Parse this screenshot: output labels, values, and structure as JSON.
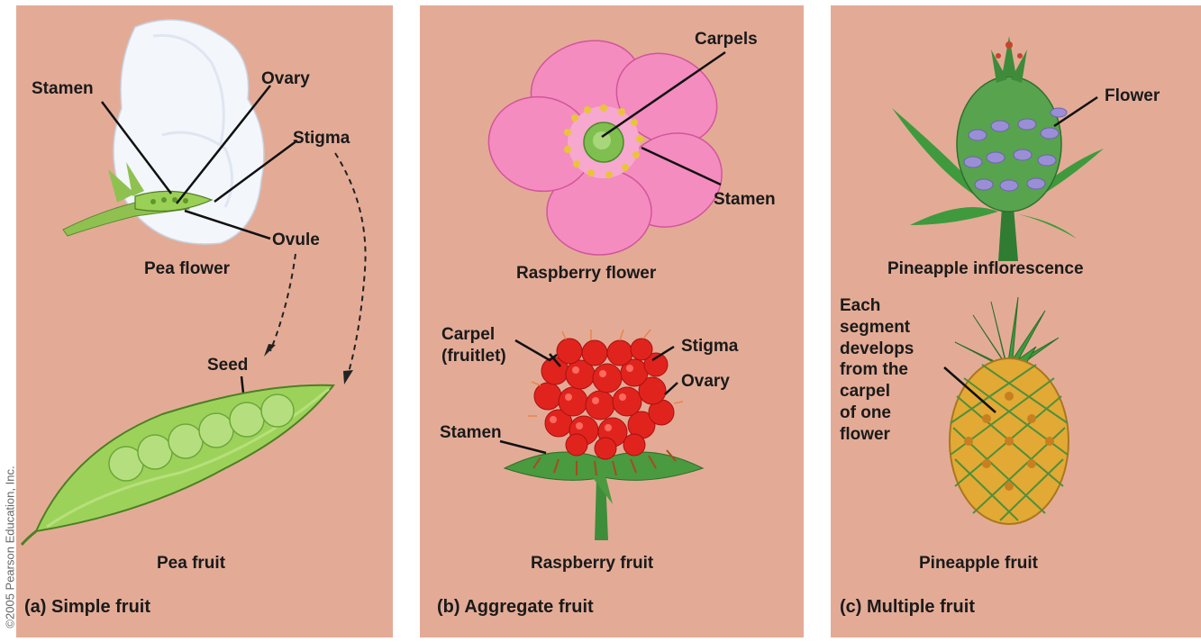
{
  "copyright": "©2005 Pearson Education, Inc.",
  "panel_a": {
    "stamen": "Stamen",
    "ovary": "Ovary",
    "stigma": "Stigma",
    "ovule": "Ovule",
    "flower_name": "Pea flower",
    "seed": "Seed",
    "fruit_name": "Pea fruit",
    "caption": "(a) Simple fruit"
  },
  "panel_b": {
    "carpels": "Carpels",
    "stamen_top": "Stamen",
    "flower_name": "Raspberry flower",
    "carpel_fruitlet": "Carpel\n(fruitlet)",
    "stigma": "Stigma",
    "ovary": "Ovary",
    "stamen_bottom": "Stamen",
    "fruit_name": "Raspberry fruit",
    "caption": "(b) Aggregate fruit"
  },
  "panel_c": {
    "flower": "Flower",
    "inflorescence_name": "Pineapple inflorescence",
    "segment_note": "Each\nsegment\ndevelops\nfrom the\ncarpel\nof one\nflower",
    "fruit_name": "Pineapple fruit",
    "caption": "(c) Multiple fruit"
  },
  "colors": {
    "panel_bg": "#e3ab96",
    "pea_green": "#8cc63f",
    "raspberry_red": "#d81e1e",
    "flower_pink": "#f07bb4",
    "pineapple_gold": "#e0a838",
    "leaf_green": "#3f8f3a"
  }
}
